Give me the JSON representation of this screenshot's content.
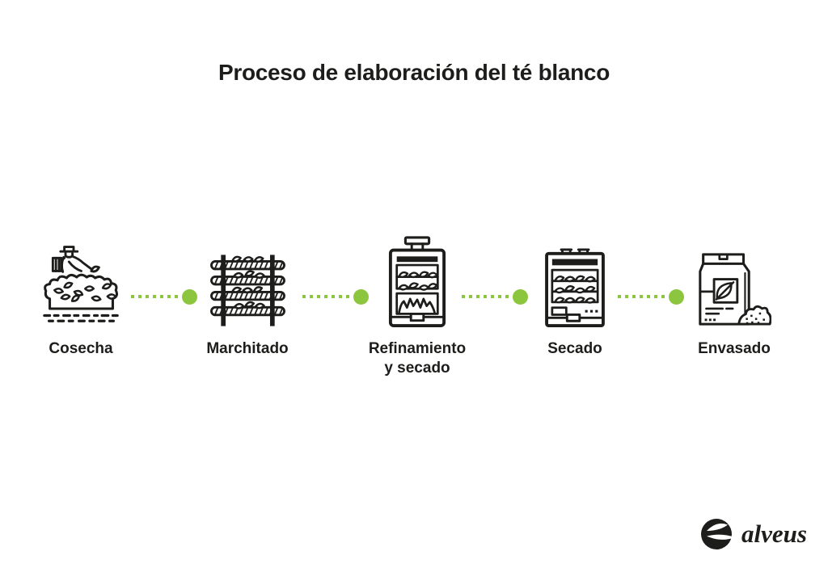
{
  "title": "Proceso de elaboración del té blanco",
  "colors": {
    "accent": "#8CC63F",
    "ink": "#1D1D1B"
  },
  "steps": [
    {
      "label_line1": "Cosecha",
      "icon": "harvest-icon"
    },
    {
      "label_line1": "Marchitado",
      "icon": "withering-rack-icon"
    },
    {
      "label_line1": "Refinamiento",
      "label_line2": "y secado",
      "icon": "refining-oven-icon"
    },
    {
      "label_line1": "Secado",
      "icon": "drying-machine-icon"
    },
    {
      "label_line1": "Envasado",
      "icon": "tea-bag-icon"
    }
  ],
  "connector": {
    "style": "green-dotted-line-with-dot",
    "count": 4
  },
  "logo": {
    "text": "alveus",
    "mark": "alveus-leaf-circle-icon"
  }
}
